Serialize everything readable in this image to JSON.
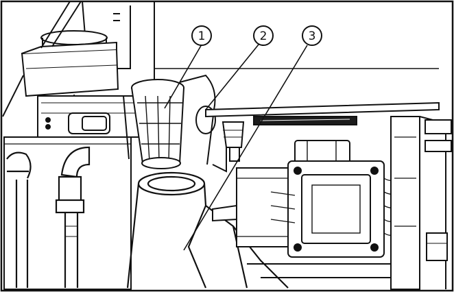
{
  "colors": {
    "ink": "#111111",
    "paper": "#ffffff",
    "mid_gray": "#8a8a8a",
    "dark_fill": "#1c1c1c"
  },
  "callouts": [
    {
      "label": "1"
    },
    {
      "label": "2"
    },
    {
      "label": "3"
    }
  ]
}
